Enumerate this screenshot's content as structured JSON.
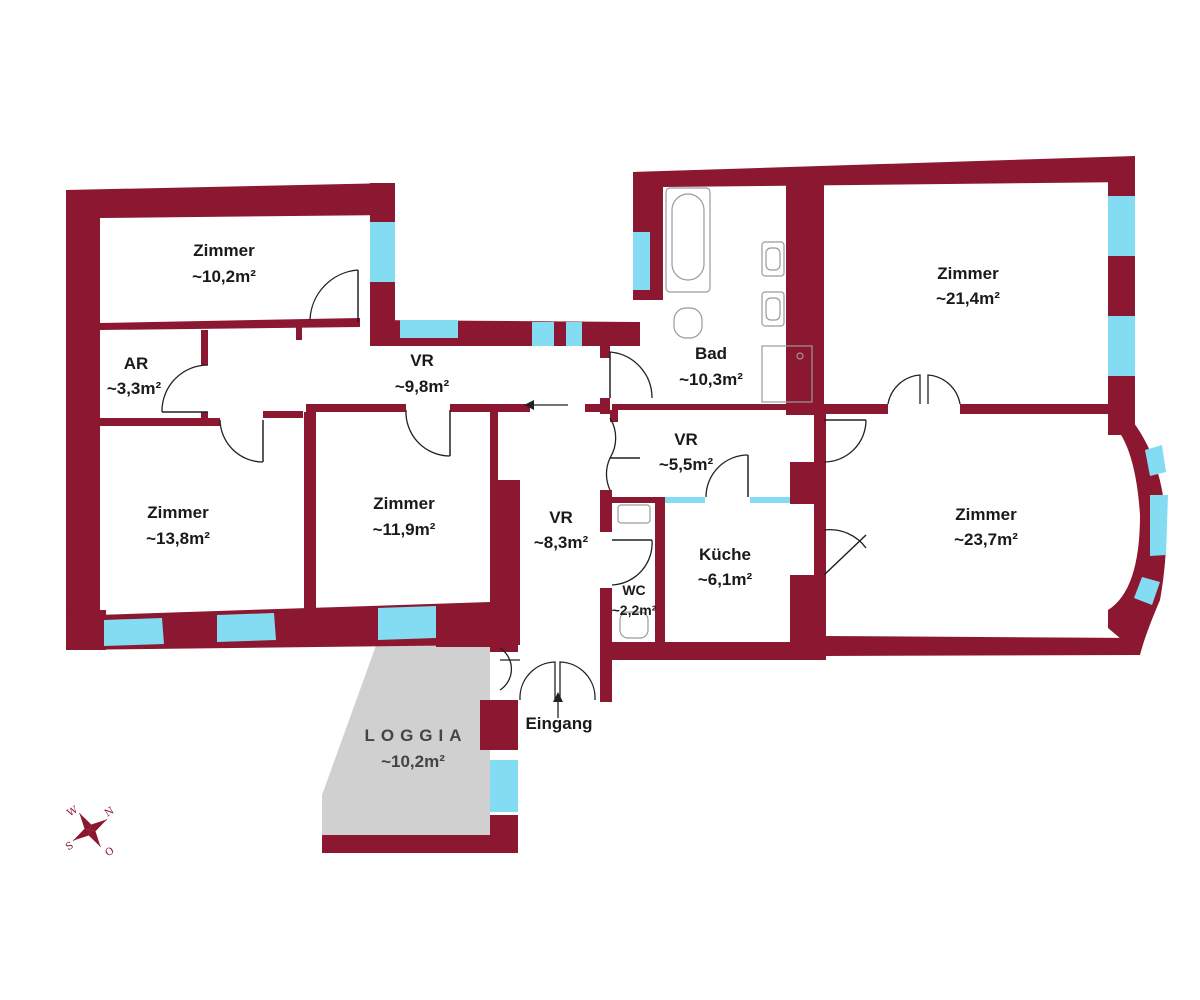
{
  "rooms": {
    "zimmer_a": {
      "name": "Zimmer",
      "area": "~10,2m²"
    },
    "ar": {
      "name": "AR",
      "area": "~3,3m²"
    },
    "vr_a": {
      "name": "VR",
      "area": "~9,8m²"
    },
    "zimmer_b": {
      "name": "Zimmer",
      "area": "~13,8m²"
    },
    "zimmer_c": {
      "name": "Zimmer",
      "area": "~11,9m²"
    },
    "vr_b": {
      "name": "VR",
      "area": "~8,3m²"
    },
    "bad": {
      "name": "Bad",
      "area": "~10,3m²"
    },
    "zimmer_d": {
      "name": "Zimmer",
      "area": "~21,4m²"
    },
    "vr_c": {
      "name": "VR",
      "area": "~5,5m²"
    },
    "kueche": {
      "name": "Küche",
      "area": "~6,1m²"
    },
    "wc": {
      "name": "WC",
      "area": "~2,2m²"
    },
    "zimmer_e": {
      "name": "Zimmer",
      "area": "~23,7m²"
    },
    "loggia": {
      "name": "LOGGIA",
      "area": "~10,2m²"
    }
  },
  "entrance_label": "Eingang",
  "compass": {
    "letters": [
      "W",
      "N",
      "S",
      "O"
    ]
  },
  "colors": {
    "wall": "#8b1730",
    "window": "#84dcf2",
    "loggia_floor": "#d0d0d0"
  }
}
